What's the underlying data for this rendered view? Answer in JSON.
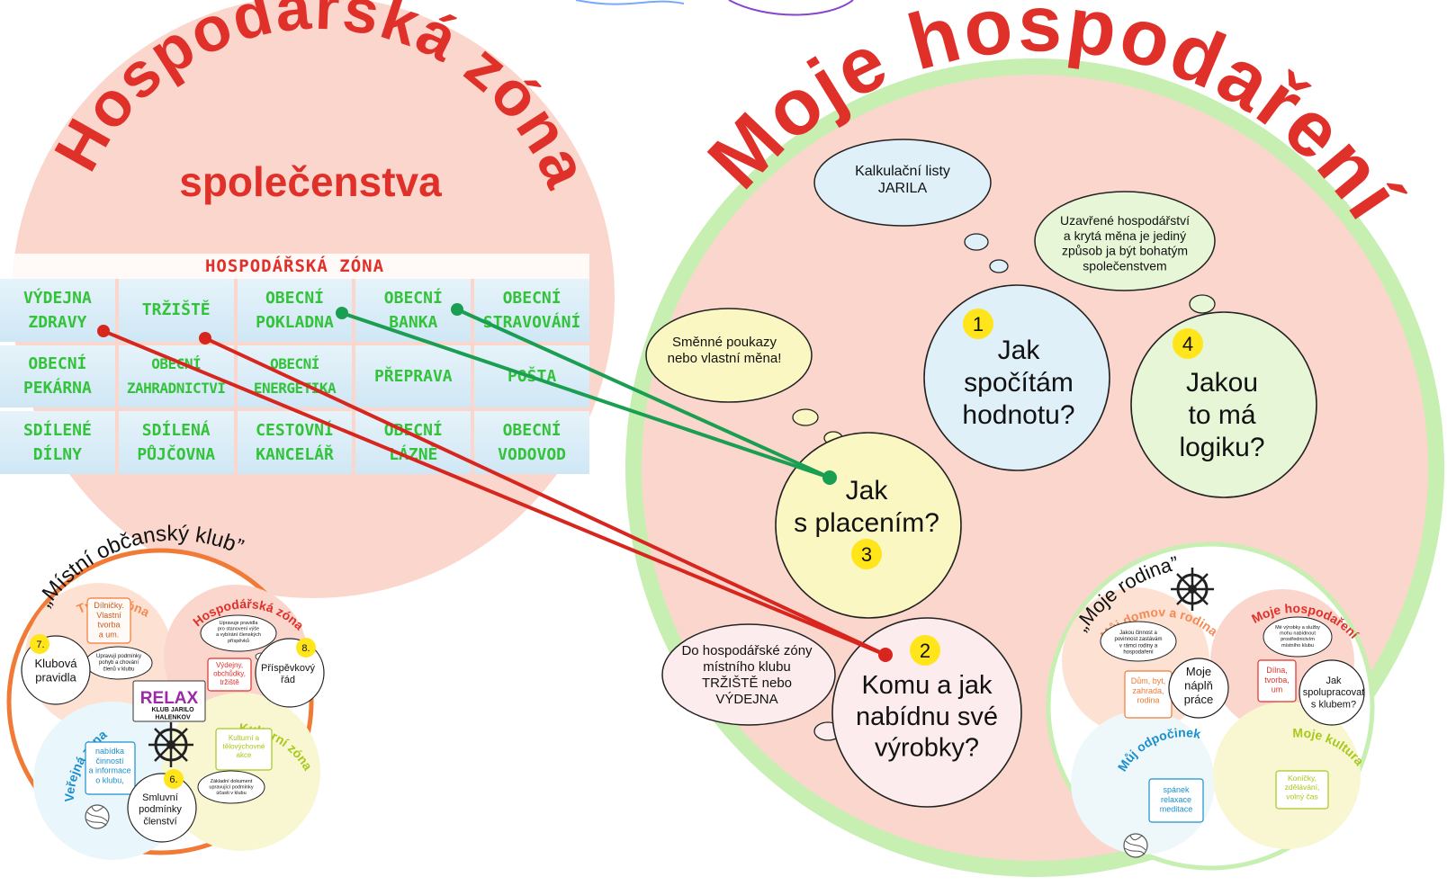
{
  "left_zone": {
    "title": "Hospodářská zóna",
    "subtitle": "společenstva",
    "grid_header": "HOSPODÁŘSKÁ ZÓNA",
    "cells": [
      "VÝDEJNA\nZDRAVY",
      "TRŽIŠTĚ",
      "OBECNÍ\nPOKLADNA",
      "OBECNÍ\nBANKA",
      "OBECNÍ\nSTRAVOVÁNÍ",
      "OBECNÍ\nPEKÁRNA",
      "OBECNÍ\nZAHRADNICTVÍ",
      "OBECNÍ\nENERGETIKA",
      "PŘEPRAVA",
      "POŠTA",
      "SDÍLENÉ\nDÍLNY",
      "SDÍLENÁ\nPŮJČOVNA",
      "CESTOVNÍ\nKANCELÁŘ",
      "OBECNÍ\nLÁZNĚ",
      "OBECNÍ\nVODOVOD"
    ]
  },
  "right_zone": {
    "title": "Moje hospodaření",
    "thought_kalkulacni": "Kalkulační listy\nJARILA",
    "thought_uzavrene": "Uzavřené hospodářství\na krytá měna je jediný\nzpůsob ja být bohatým\nspolečenstvem",
    "thought_smenne": "Směnné poukazy\nnebo vlastní měna!",
    "thought_do_zony": "Do hospodářské zóny\nmístního klubu\nTRŽIŠTĚ nebo\nVÝDEJNA",
    "q1_num": "1",
    "q1_text": "Jak\nspočítám\nhodnotu?",
    "q2_num": "2",
    "q2_text": "Komu a jak\nnabídnu své\nvýrobky?",
    "q3_num": "3",
    "q3_text": "Jak\ns placením?",
    "q4_num": "4",
    "q4_text": "Jakou\nto má\nlogiku?"
  },
  "club": {
    "title": "„Místní občanský klub”",
    "tvurci_title": "Tvůrčí zóna",
    "tvurci_box": "Dílničky.\nVlastní\ntvorba\na um.",
    "tvurci_thought": "Upravují podmínky\npohyb a chování\nčlenů v klubu",
    "hosp_title": "Hospodářská zóna",
    "hosp_thought": "Upravuje pravidla\npro stanovení výše\na vybírání členských\npříspěvků",
    "hosp_box": "Výdejny,\nobchůdky,\ntržiště",
    "num7": "7.",
    "klubova": "Klubová\npravidla",
    "num8": "8.",
    "prispevkovy": "Příspěvkový\nřád",
    "logo_relax": "RELAX",
    "logo_sub": "KLUB JARILO\nHALENKOV",
    "verejna_title": "Veřejná zóna",
    "verejna_box": "nabídka\nčinností\na informace\no klubu,",
    "kulturni_title": "Kulturní zóna",
    "kulturni_box": "Kulturní a\ntělovýchovné\nakce",
    "kulturni_thought": "Základní dokument\nupravující podmínky\núčasti v klubu",
    "num6": "6.",
    "smluvni": "Smluvní\npodmínky\nčlenství"
  },
  "family": {
    "title": "„Moje rodina”",
    "domov_title": "Můj domov a rodina",
    "domov_thought": "Jakou činnost a\npovinnost zastávám\nv rámci rodiny a\nhospodaření",
    "domov_box": "Dům, byt,\nzahrada,\nrodina",
    "napln": "Moje\nnáplň\npráce",
    "hosp_title": "Moje hospodaření",
    "hosp_thought": "Mé výrobky a služby\nmohu nabídnout\nprostřednictvím\nmístního klubu",
    "hosp_box": "Dílna,\ntvorba,\num",
    "spoluprace": "Jak\nspolupracovat\ns klubem?",
    "odpocinek_title": "Můj odpočinek",
    "odpocinek_box": "spánek\nrelaxace\nmeditace",
    "kultura_title": "Moje kultura",
    "kultura_box": "Koníčky,\nzdělávání,\nvolný čas"
  },
  "colors": {
    "red": "#e0302a",
    "green_text": "#33c33a",
    "pink_bg": "#fbd6cc",
    "green_ring": "#c6efb1",
    "connector_green": "#1a9e52",
    "connector_red": "#d7261e"
  }
}
